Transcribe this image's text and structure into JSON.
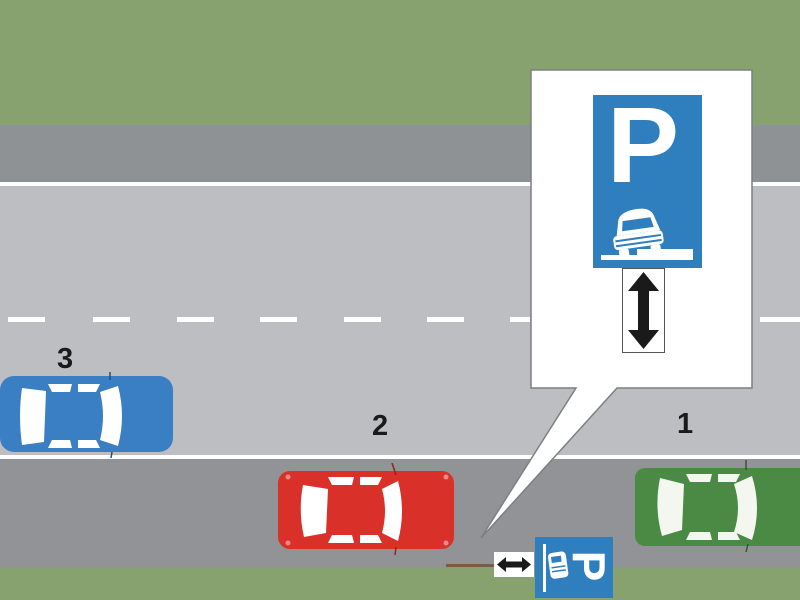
{
  "scene": {
    "description": "Top-down road diagram: parking sign indicating parking on sidewalk edge, with three numbered cars",
    "colors": {
      "grass": "#87a26f",
      "shoulder": "#8f9295",
      "road": "#bdbec2",
      "parking_strip": "#919396",
      "line": "#ffffff",
      "sign_blue": "#2f7fbf"
    }
  },
  "cars": [
    {
      "label": "3",
      "color": "#3a7fc4",
      "position": "driving lane, left"
    },
    {
      "label": "2",
      "color": "#d9302a",
      "position": "parking strip, middle"
    },
    {
      "label": "1",
      "color": "#4a8a45",
      "position": "parking strip, right"
    }
  ],
  "callout": {
    "sign_letter": "P",
    "sign_symbol": "car-half-on-sidewalk",
    "panel_symbol": "double-arrow-vertical"
  },
  "roadside_sign": {
    "sign_letter": "P",
    "sign_symbol": "car-half-on-sidewalk",
    "panel_symbol": "double-arrow-horizontal"
  }
}
